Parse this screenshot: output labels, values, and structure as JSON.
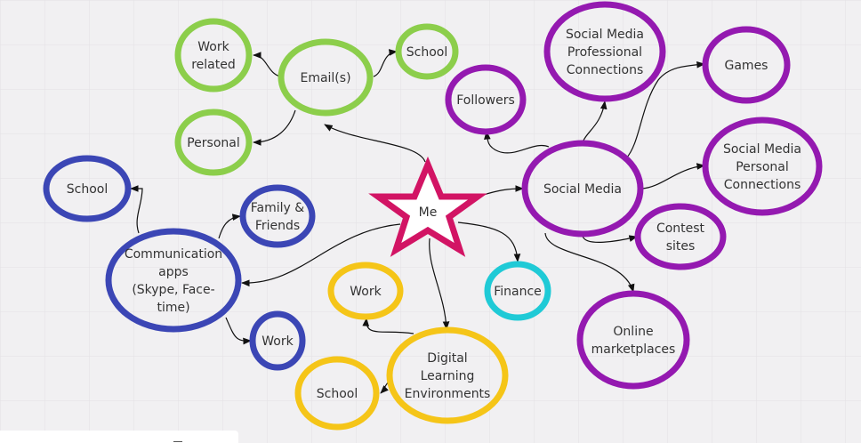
{
  "colors": {
    "background": "#f1f0f2",
    "grid": "#e2e1e4",
    "green": "#8cce4b",
    "purple": "#9419b0",
    "blue": "#3b46b5",
    "yellow": "#f5c518",
    "cyan": "#1fcad6",
    "star": "#d21464",
    "arrow": "#111111"
  },
  "nodes": {
    "me": {
      "label": [
        "Me"
      ]
    },
    "emails": {
      "label": [
        "Email(s)"
      ]
    },
    "work_related": {
      "label": [
        "Work",
        "related"
      ]
    },
    "school_email": {
      "label": [
        "School"
      ]
    },
    "personal": {
      "label": [
        "Personal"
      ]
    },
    "followers": {
      "label": [
        "Followers"
      ]
    },
    "smpro": {
      "label": [
        "Social Media",
        "Professional",
        "Connections"
      ]
    },
    "games": {
      "label": [
        "Games"
      ]
    },
    "social_media": {
      "label": [
        "Social Media"
      ]
    },
    "smpersonal": {
      "label": [
        "Social Media",
        "Personal",
        "Connections"
      ]
    },
    "contest": {
      "label": [
        "Contest",
        "sites"
      ]
    },
    "online": {
      "label": [
        "Online",
        "marketplaces"
      ]
    },
    "finance": {
      "label": [
        "Finance"
      ]
    },
    "school_comm": {
      "label": [
        "School"
      ]
    },
    "family": {
      "label": [
        "Family &",
        "Friends"
      ]
    },
    "comm_apps": {
      "label": [
        "Communication",
        "apps",
        "(Skype, Face-",
        "time)"
      ]
    },
    "work_comm": {
      "label": [
        "Work"
      ]
    },
    "work_dle": {
      "label": [
        "Work"
      ]
    },
    "dle": {
      "label": [
        "Digital",
        "Learning",
        "Environments"
      ]
    },
    "school_dle": {
      "label": [
        "School"
      ]
    }
  }
}
